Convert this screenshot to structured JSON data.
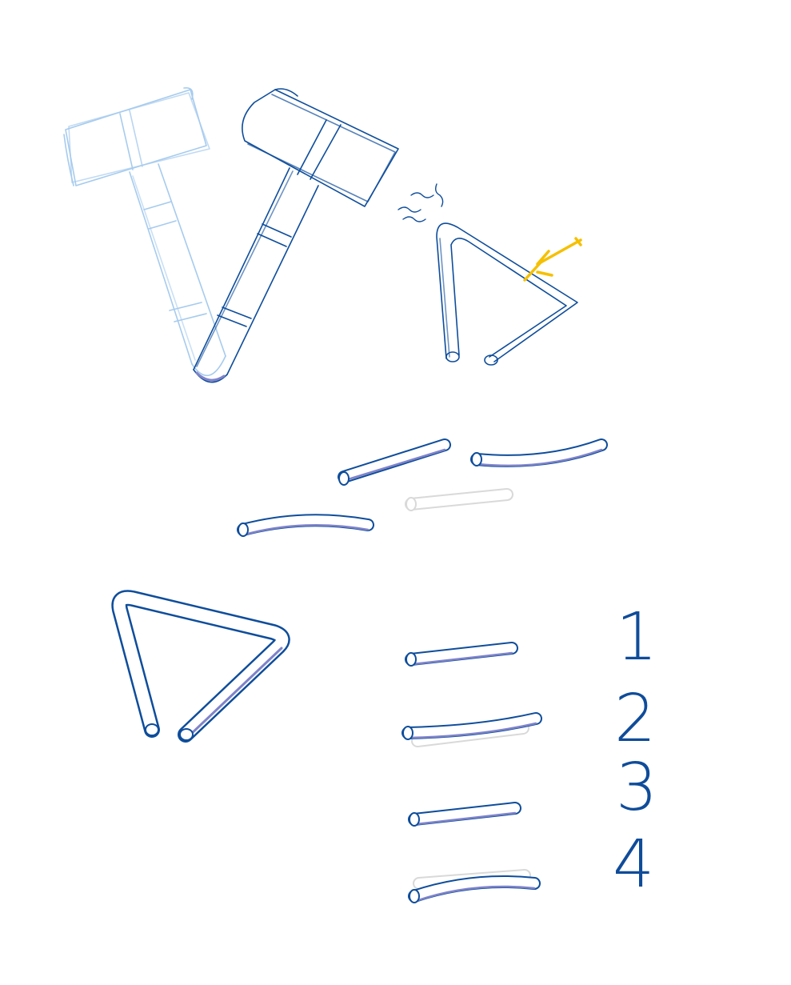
{
  "colors": {
    "sketch_light": "#a6cbee",
    "ink": "#0e4d9b",
    "shadow": "#7f83c9",
    "ghost": "#d9d9d9",
    "highlight": "#f5c000",
    "background": "#ffffff"
  },
  "labels": [
    "1",
    "2",
    "3",
    "4"
  ],
  "icons": {
    "hammer_sketch": "hammer-icon",
    "hammer": "hammer-icon",
    "triangle_sketch": "triangle-instrument-icon",
    "triangle": "triangle-instrument-icon",
    "tube": "tube-icon",
    "wire": "wire-icon",
    "vibration": "vibration-lines-icon"
  }
}
